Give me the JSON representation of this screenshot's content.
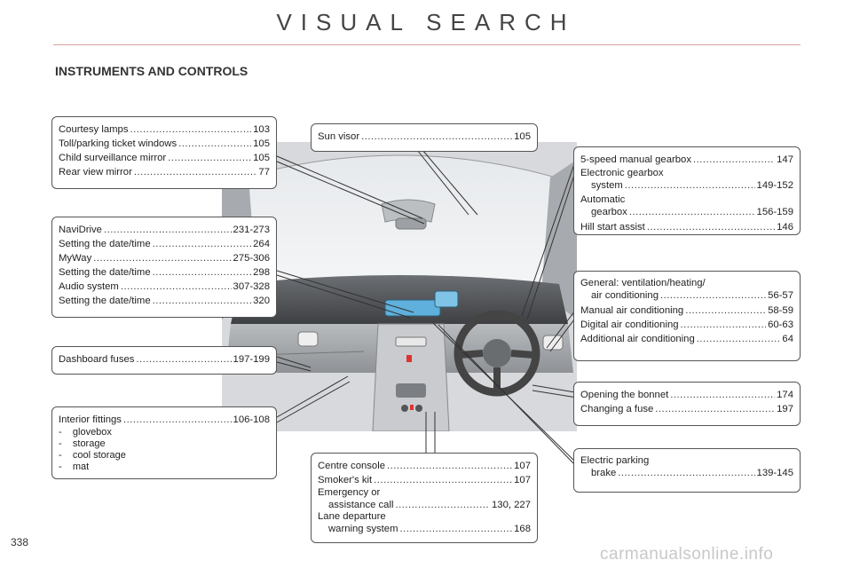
{
  "header": {
    "title": "VISUAL SEARCH"
  },
  "section": {
    "title": "INSTRUMENTS AND CONTROLS"
  },
  "page_number": "338",
  "watermark": "carmanualsonline.info",
  "boxes": {
    "lamps": [
      {
        "text": "Courtesy lamps",
        "page": "103"
      },
      {
        "text": "Toll/parking ticket windows",
        "page": "105"
      },
      {
        "text": "Child surveillance mirror",
        "page": "105"
      },
      {
        "text": "Rear view mirror",
        "page": "77"
      }
    ],
    "sun_visor": [
      {
        "text": "Sun visor",
        "page": "105"
      }
    ],
    "navidrive": [
      {
        "text": "NaviDrive",
        "page": "231-273"
      },
      {
        "text": "Setting the date/time",
        "page": "264"
      },
      {
        "text": "MyWay",
        "page": "275-306"
      },
      {
        "text": "Setting the date/time",
        "page": "298"
      },
      {
        "text": "Audio system",
        "page": "307-328"
      },
      {
        "text": "Setting the date/time",
        "page": "320"
      }
    ],
    "dashboard_fuses": [
      {
        "text": "Dashboard fuses",
        "page": "197-199"
      }
    ],
    "interior": {
      "title": "Interior fittings",
      "page": "106-108",
      "items": [
        "-    glovebox",
        "-    storage",
        "-    cool storage",
        "-    mat"
      ]
    },
    "gearbox": {
      "manual": {
        "text": "5-speed manual gearbox",
        "page": "147"
      },
      "electronic_line1": "Electronic gearbox",
      "electronic": {
        "text": "system",
        "page": "149-152"
      },
      "automatic_line1": "Automatic",
      "automatic": {
        "text": "gearbox",
        "page": "156-159"
      },
      "hill": {
        "text": "Hill start assist",
        "page": "146"
      }
    },
    "ventilation": {
      "general_line1": "General: ventilation/heating/",
      "general": {
        "text": "air conditioning",
        "page": "56-57"
      },
      "manual": {
        "text": "Manual air conditioning",
        "page": "58-59"
      },
      "digital": {
        "text": "Digital air conditioning",
        "page": "60-63"
      },
      "additional": {
        "text": "Additional air conditioning",
        "page": "64"
      }
    },
    "bonnet": [
      {
        "text": "Opening the bonnet",
        "page": "174"
      },
      {
        "text": "Changing a fuse",
        "page": "197"
      }
    ],
    "parking": {
      "line1": "Electric parking",
      "entry": {
        "text": "brake",
        "page": "139-145"
      }
    },
    "console": {
      "centre": {
        "text": "Centre console",
        "page": "107"
      },
      "smoker": {
        "text": "Smoker's kit",
        "page": "107"
      },
      "emergency_line1": "Emergency or",
      "emergency": {
        "text": "assistance call",
        "page": "130, 227"
      },
      "lane_line1": "Lane departure",
      "lane": {
        "text": "warning system",
        "page": "168"
      }
    }
  }
}
